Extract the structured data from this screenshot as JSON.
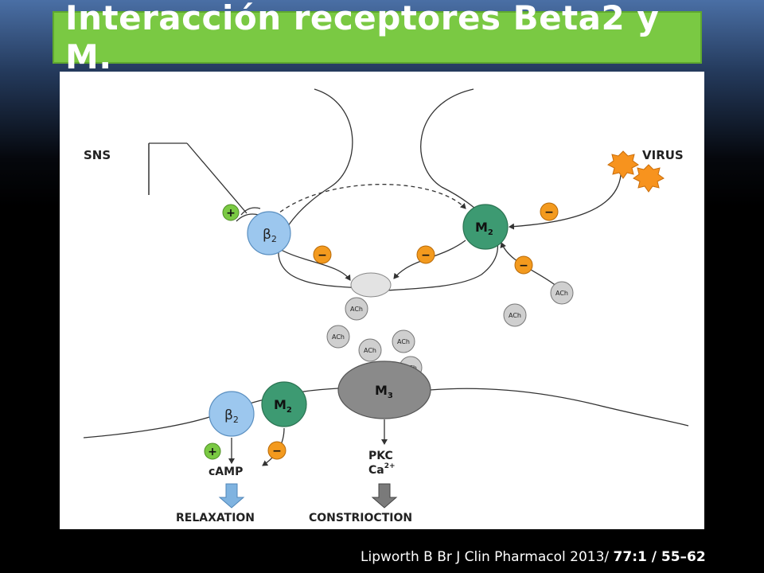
{
  "slide": {
    "title": "Interacción receptores Beta2 y M.",
    "citation": {
      "prefix": "Lipworth B Br J Clin Pharmacol 2013/ ",
      "emphasis": "77:1 / 55–62"
    }
  },
  "diagram": {
    "labels": {
      "sns": "SNS",
      "virus": "VIRUS",
      "camp": "cAMP",
      "pkc": "PKC",
      "ca": "Ca",
      "ca_sup": "2+",
      "relaxation": "RELAXATION",
      "constriction": "CONSTRIOCTION"
    },
    "receptors": {
      "beta2": "β",
      "beta2_sub": "2",
      "m2": "M",
      "m2_sub": "2",
      "m3": "M",
      "m3_sub": "3"
    },
    "ach": "ACh",
    "signs": {
      "plus": "+",
      "minus": "−"
    },
    "colors": {
      "beta2": "#9cc7ee",
      "m2": "#3d9a72",
      "m3": "#8a8a8a",
      "plus": "#7ac943",
      "minus": "#f39a1e",
      "ach": "#cfcfcf",
      "virus": "#f7931e",
      "arrow_blue": "#7fb3e0",
      "arrow_gray": "#7a7a7a"
    }
  }
}
